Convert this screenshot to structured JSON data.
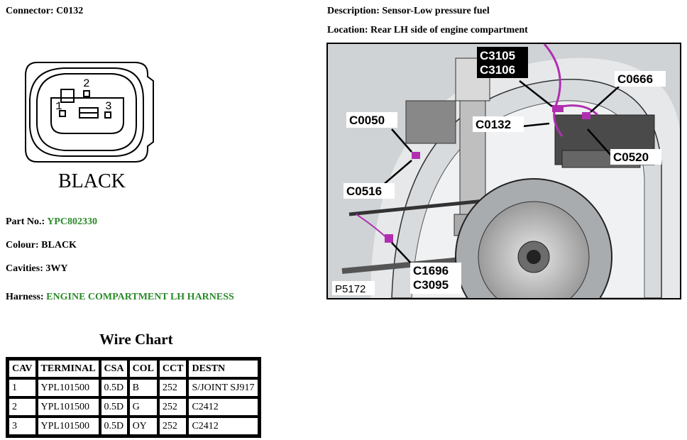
{
  "header": {
    "connector": "Connector: C0132",
    "description": "Description: Sensor-Low pressure fuel",
    "location": "Location: Rear LH side of engine compartment"
  },
  "connector_drawing": {
    "color_label": "BLACK",
    "pin_labels": [
      "1",
      "2",
      "3"
    ]
  },
  "details": {
    "part_no_label": "Part No.: ",
    "part_no_value": "YPC802330",
    "colour": "Colour: BLACK",
    "cavities": "Cavities: 3WY",
    "harness_label": "Harness: ",
    "harness_value": "ENGINE COMPARTMENT LH HARNESS"
  },
  "photo": {
    "callouts": [
      "C3105",
      "C3106",
      "C0666",
      "C0050",
      "C0132",
      "C0520",
      "C0516",
      "C1696",
      "C3095"
    ],
    "figure_id": "P5172"
  },
  "wire_chart": {
    "title": "Wire Chart",
    "columns": [
      "CAV",
      "TERMINAL",
      "CSA",
      "COL",
      "CCT",
      "DESTN"
    ],
    "rows": [
      [
        "1",
        "YPL101500",
        "0.5D",
        "B",
        "252",
        "S/JOINT SJ917"
      ],
      [
        "2",
        "YPL101500",
        "0.5D",
        "G",
        "252",
        "C2412"
      ],
      [
        "3",
        "YPL101500",
        "0.5D",
        "OY",
        "252",
        "C2412"
      ]
    ]
  },
  "colors": {
    "accent_green": "#2a8a2a",
    "highlight_purple": "#b02fb0"
  }
}
